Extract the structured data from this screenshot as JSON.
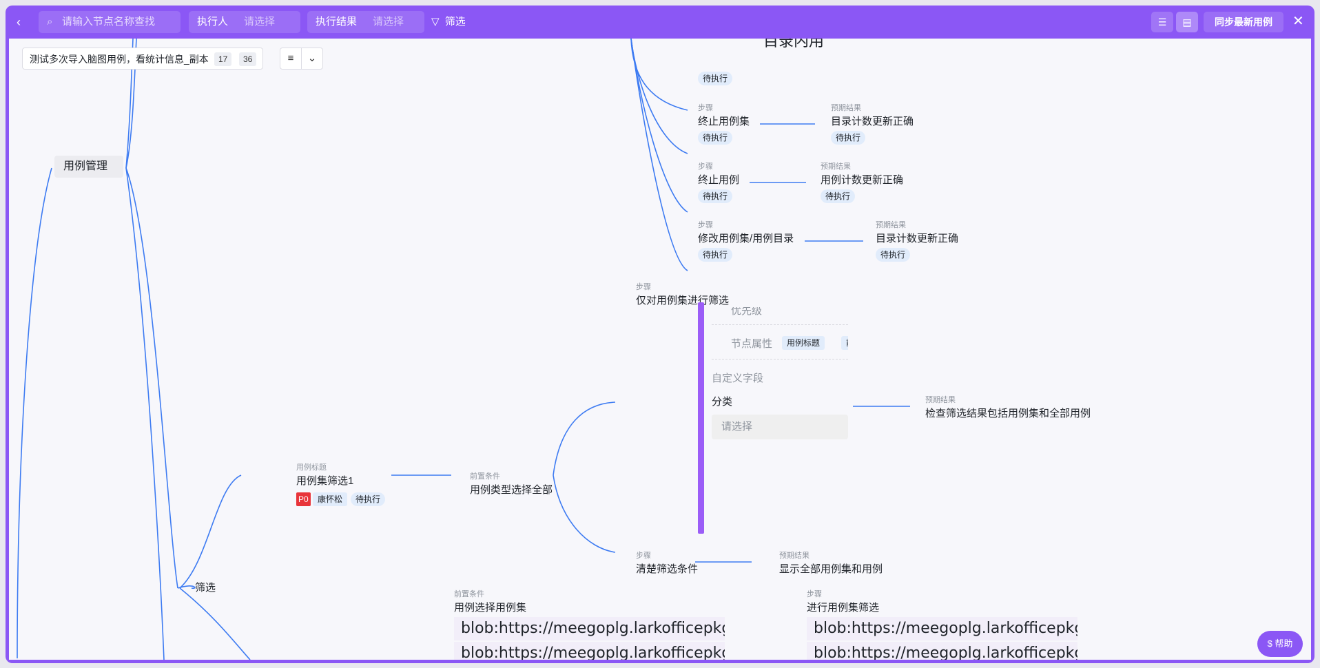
{
  "toolbar": {
    "search_placeholder": "请输入节点名称查找",
    "executor_label": "执行人",
    "executor_value": "请选择",
    "result_label": "执行结果",
    "result_value": "请选择",
    "filter_label": "筛选",
    "sync_label": "同步最新用例"
  },
  "mindmap": {
    "title": "测试多次导入脑图用例，看统计信息_副本",
    "count_a": "17",
    "count_b": "36"
  },
  "nodes": {
    "module": "用例管理",
    "filter": "筛选",
    "top_partial": "目录内用",
    "status_pending": "待执行",
    "step_label": "步骤",
    "expected_label": "预期结果",
    "pre_label": "前置条件",
    "case_title_label": "用例标题",
    "s1_step": "终止用例集",
    "s1_expected": "目录计数更新正确",
    "s2_step": "终止用例",
    "s2_expected": "用例计数更新正确",
    "s3_step": "修改用例集/用例目录",
    "s3_expected": "目录计数更新正确",
    "filter_step": "仅对用例集进行筛选",
    "panel_priority": "优先级",
    "panel_node_attr": "节点属性",
    "panel_tag": "用例标题",
    "panel_tag_cut": "前",
    "panel_custom": "自定义字段",
    "panel_category": "分类",
    "panel_select": "请选择",
    "check_expected": "检查筛选结果包括用例集和全部用例",
    "case1_title": "用例集筛选1",
    "priority": "P0",
    "owner": "康怀松",
    "pre1": "用例类型选择全部",
    "clear_step": "清楚筛选条件",
    "clear_expected": "显示全部用例集和用例",
    "pre2": "用例选择用例集",
    "step_filter_set": "进行用例集筛选",
    "blob_text": "blob:https://meegoplg.larkofficepkg"
  },
  "help_label": "帮助",
  "colors": {
    "accent": "#8b57f5",
    "link": "#3370ff",
    "tag_bg": "#e1ecfb",
    "priority": "#e8343a"
  }
}
